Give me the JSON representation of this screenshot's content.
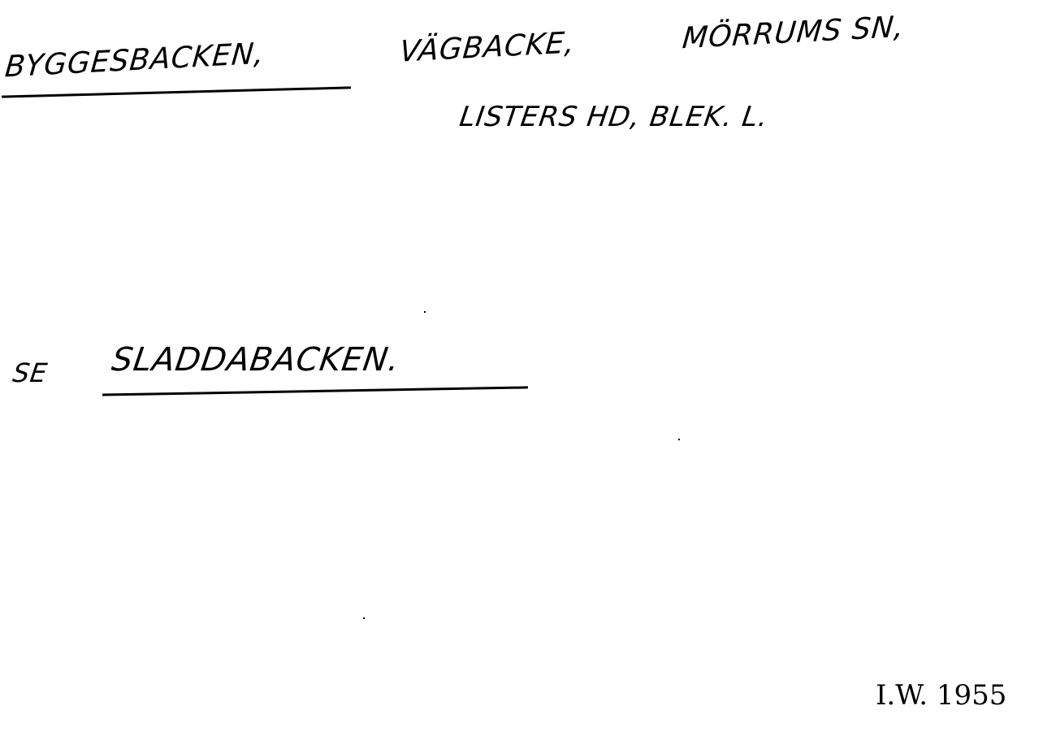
{
  "card": {
    "heading_name": "BYGGESBACKEN,",
    "heading_variant": "VÄGBACKE,",
    "heading_parish": "MÖRRUMS SN,",
    "heading_location": "LISTERS HD, BLEK. L.",
    "see_label": "SE",
    "see_reference": "SLADDABACKEN.",
    "signature_date": "I.W. 1955"
  }
}
